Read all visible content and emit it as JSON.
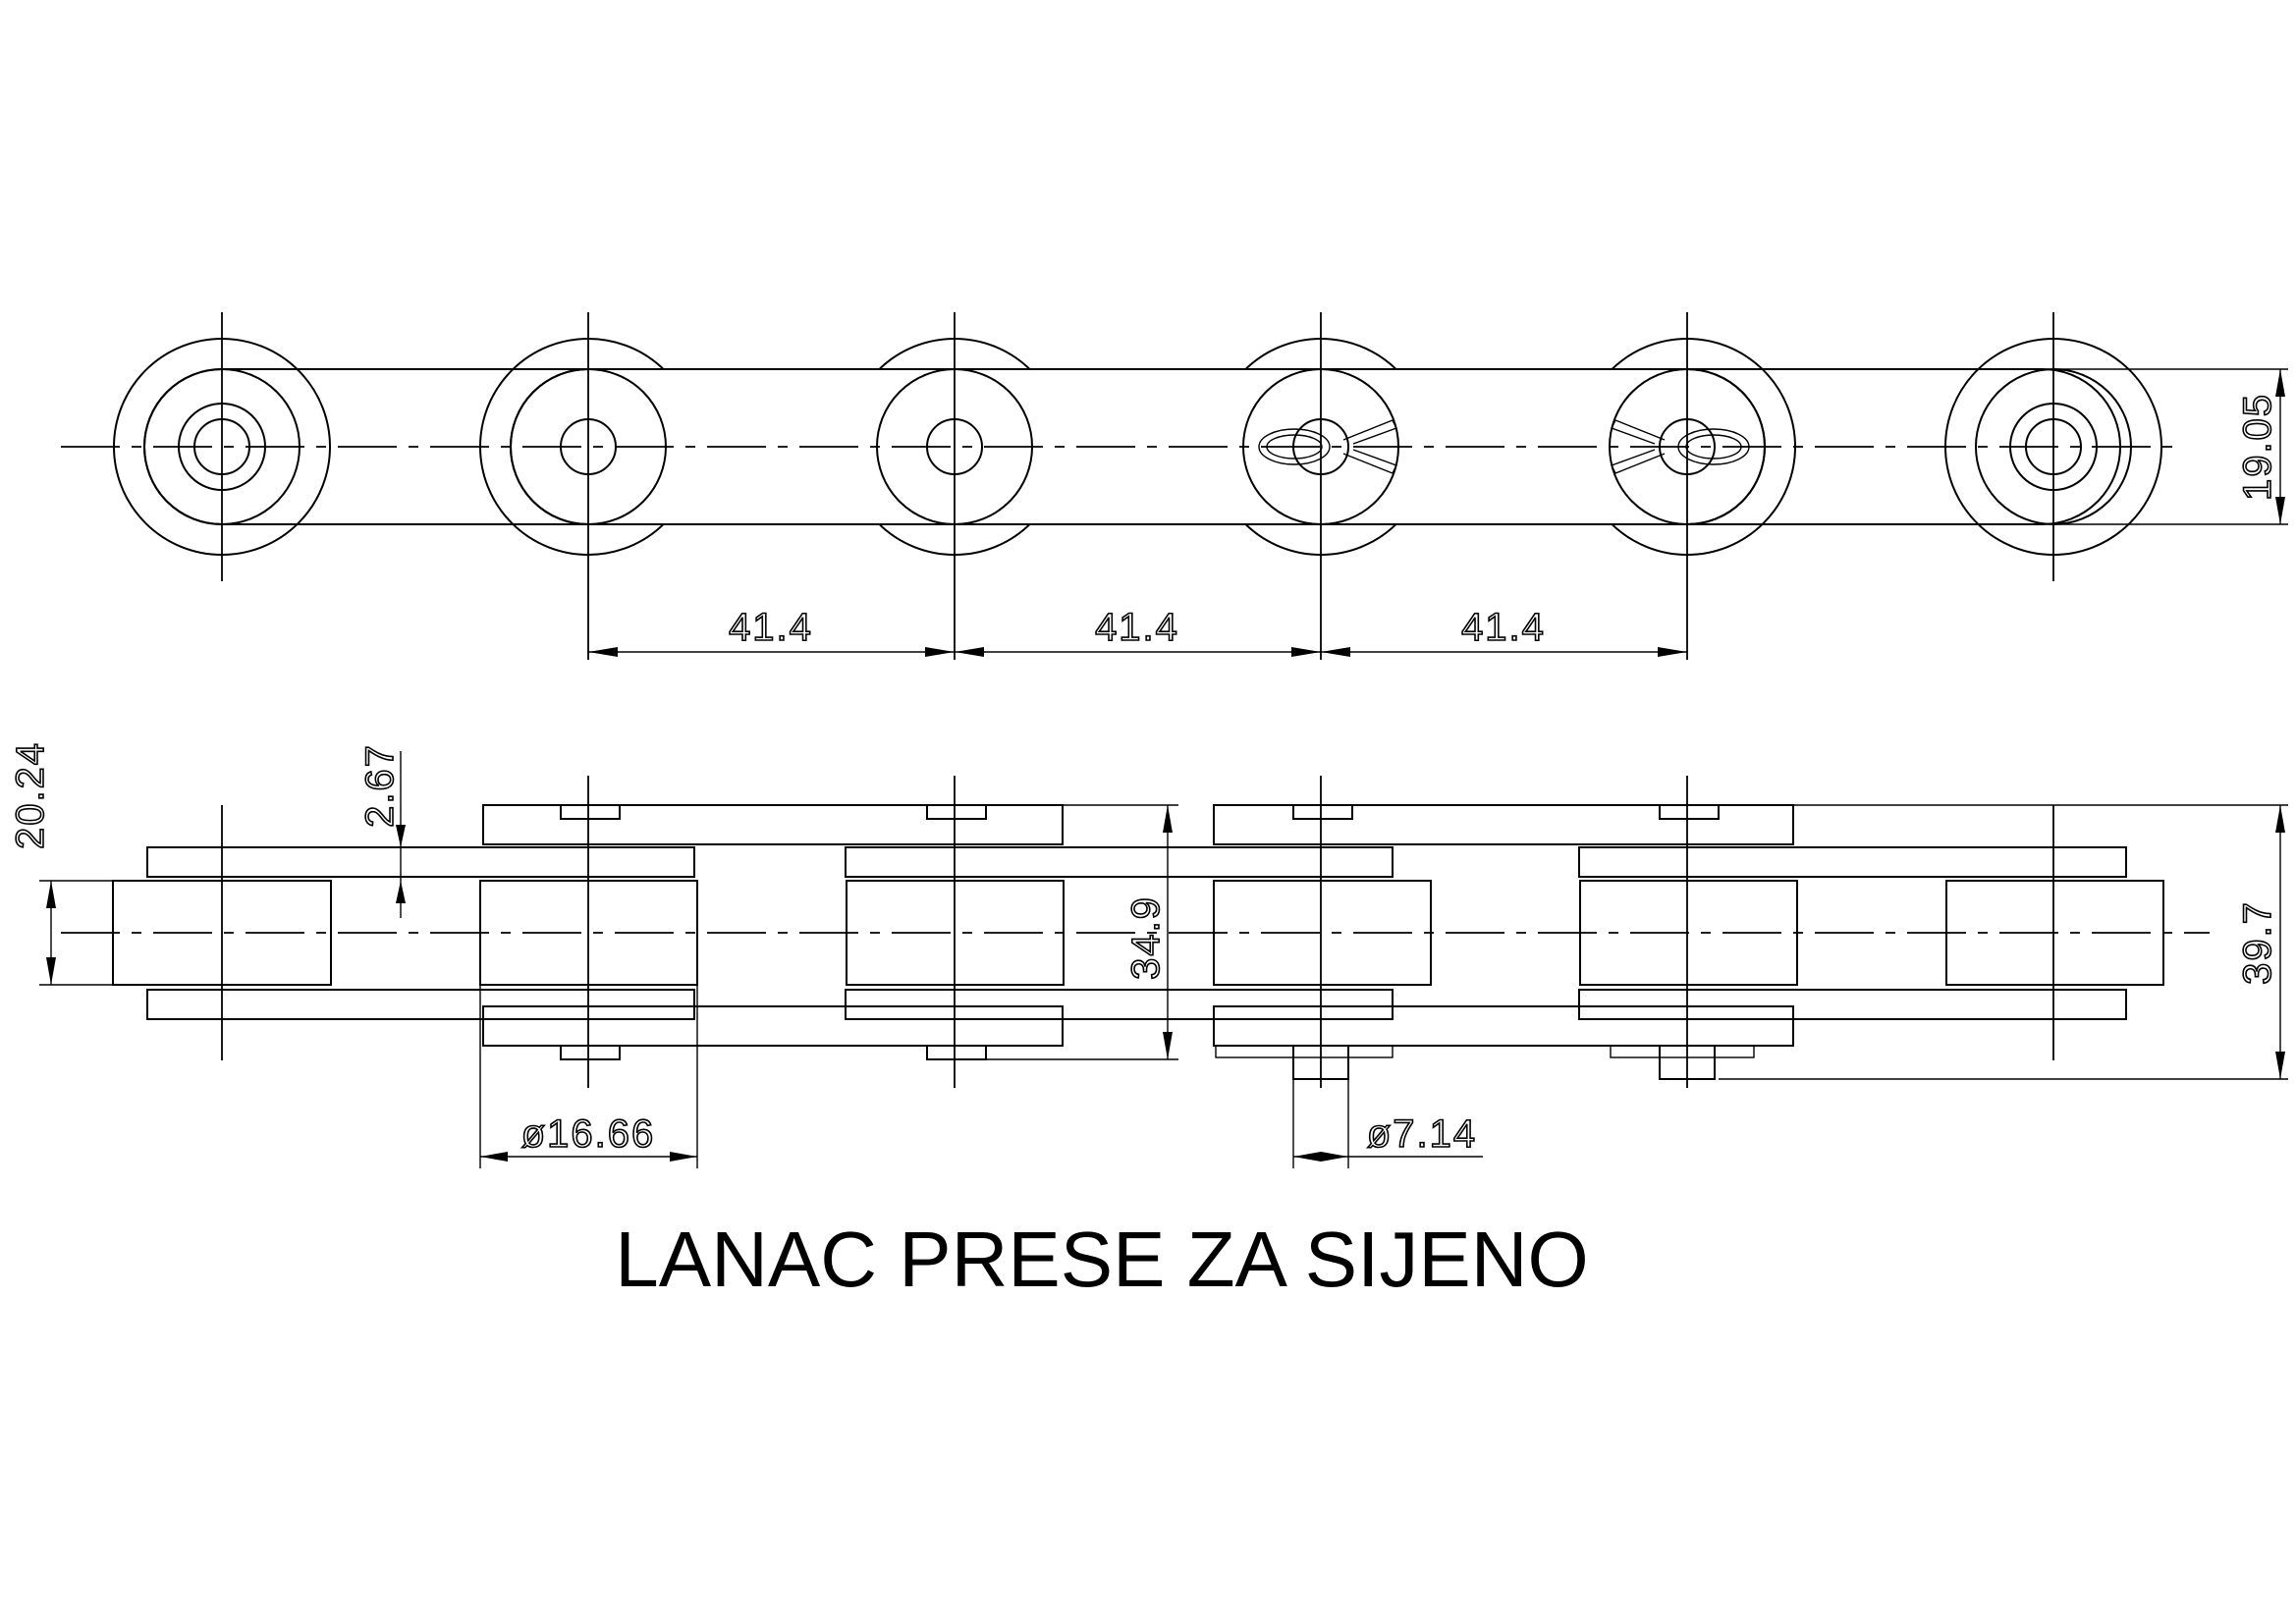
{
  "title": "LANAC PRESE ZA SIJENO",
  "dimensions": {
    "pitch_1": "41.4",
    "pitch_2": "41.4",
    "pitch_3": "41.4",
    "plate_height": "19.05",
    "roller_width": "20.24",
    "plate_thickness": "2.67",
    "inner_width": "34.9",
    "overall_width": "39.7",
    "roller_diameter": "ø16.66",
    "pin_diameter": "ø7.14"
  }
}
